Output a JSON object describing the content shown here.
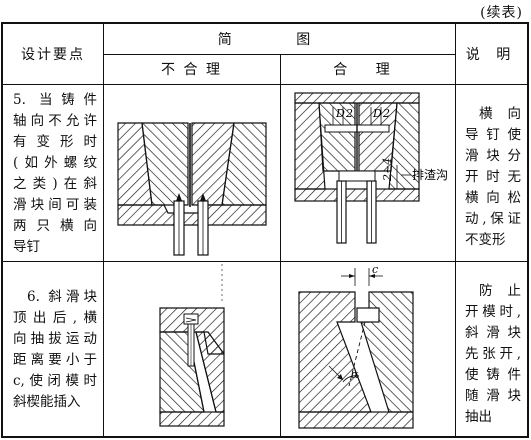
{
  "page": {
    "continued_label": "(续表)"
  },
  "table": {
    "header": {
      "design_points": "设计要点",
      "sketch": "简 图",
      "bad": "不 合 理",
      "good": "合 理",
      "note": "说 明"
    },
    "rows": [
      {
        "requirement": [
          "5. 当铸件",
          "轴向不允许",
          "有变形时",
          "(如外螺纹",
          "之类)在斜",
          "滑块间可装",
          "两只横向",
          "导钉"
        ],
        "good_annotation": "排渣沟",
        "note": [
          "横向",
          "导钉使",
          "滑块分",
          "开时无",
          "横向松",
          "动,保证",
          "不变形"
        ]
      },
      {
        "requirement": [
          "6. 斜滑块",
          "顶出后,横",
          "向抽拔运动",
          "距离要小于",
          "c,使闭模时",
          "斜楔能插入"
        ],
        "good_label_c": "c",
        "good_label_alpha": "α",
        "note": [
          "防止",
          "开模时,",
          "斜滑块",
          "先张开,",
          "使铸件",
          "随滑块",
          "抽出"
        ]
      }
    ]
  }
}
